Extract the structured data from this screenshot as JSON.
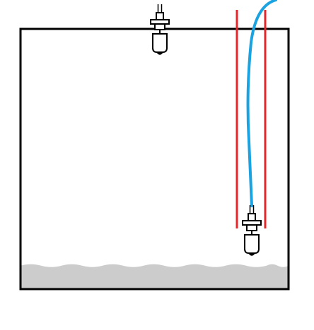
{
  "colors": {
    "background": "#ffffff",
    "tank_outline": "#000000",
    "liquid": "#cccccc",
    "guide_rails": "#e3262b",
    "cable": "#1aa3e0",
    "sensor_stroke": "#000000",
    "sensor_fill": "#ffffff"
  },
  "liquid": {
    "level_fraction": 0.09
  },
  "sensors": [
    {
      "icon": "float-level-switch-icon",
      "mount": "top-of-tank"
    },
    {
      "icon": "float-level-switch-icon",
      "mount": "cable-suspended-in-guide-tube"
    }
  ]
}
